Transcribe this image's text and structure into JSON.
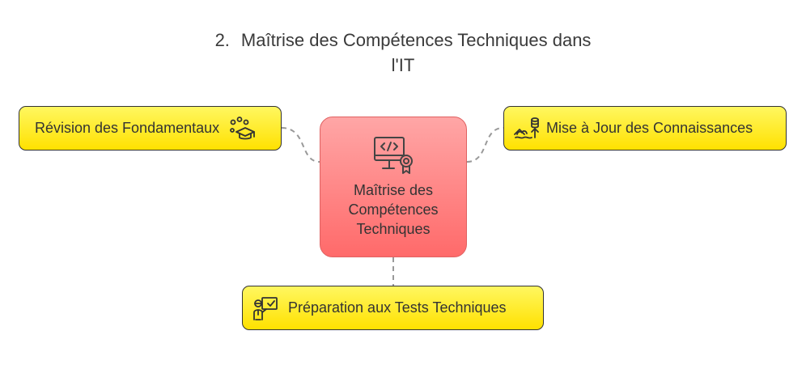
{
  "title": {
    "number": "2.",
    "line1": "Maîtrise des Compétences Techniques dans",
    "line2": "l'IT"
  },
  "center": {
    "line1": "Maîtrise des",
    "line2": "Compétences",
    "line3": "Techniques",
    "icon": "computer-code-certificate-icon"
  },
  "branches": {
    "revision": {
      "label": "Révision des Fondamentaux",
      "icon": "graduation-cap-icon"
    },
    "miseajour": {
      "label": "Mise à Jour des Connaissances",
      "icon": "database-update-icon"
    },
    "preparation": {
      "label": "Préparation aux Tests Techniques",
      "icon": "person-checklist-icon"
    }
  },
  "colors": {
    "center_top": "#ffa6a6",
    "center_bottom": "#ff6a6a",
    "branch_top": "#fff760",
    "branch_bottom": "#ffe100",
    "connector": "#999999"
  }
}
